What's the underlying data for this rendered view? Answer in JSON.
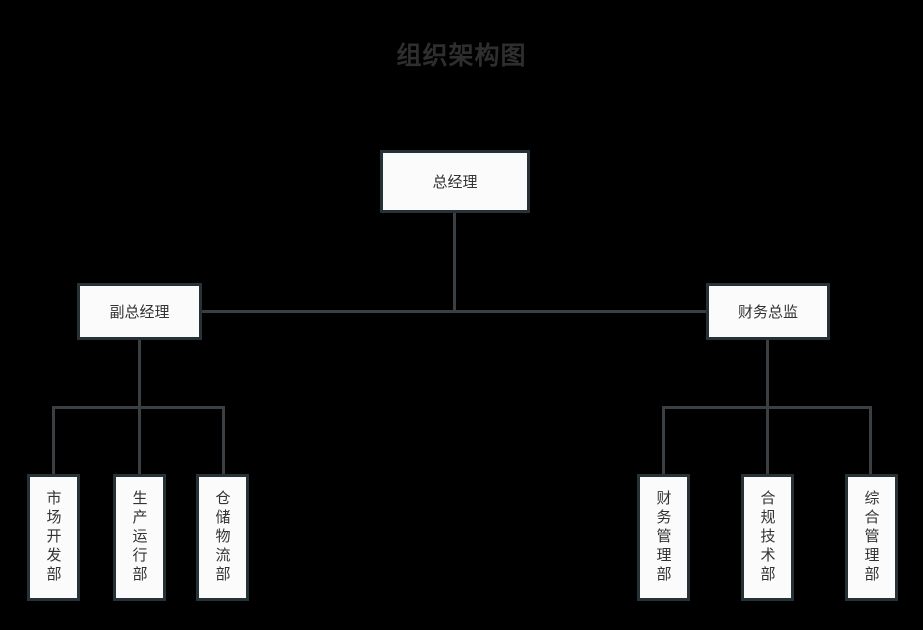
{
  "chart_data": {
    "type": "diagram",
    "diagram_type": "org-chart",
    "title": "组织架构图",
    "orientation": "top-down",
    "background_color": "#000000",
    "node_fill_color": "#fbfbfb",
    "node_border_color": "#263238",
    "connector_color": "#3a3f44",
    "title_color": "#2e2e2e",
    "text_color": "#333333",
    "levels": 3,
    "nodes": [
      {
        "id": "gm",
        "label": "总经理",
        "level": 1,
        "parent": null,
        "text_orientation": "horizontal"
      },
      {
        "id": "deputy_gm",
        "label": "副总经理",
        "level": 2,
        "parent": "gm",
        "text_orientation": "horizontal"
      },
      {
        "id": "cfo",
        "label": "财务总监",
        "level": 2,
        "parent": "gm",
        "text_orientation": "horizontal"
      },
      {
        "id": "market",
        "label": "市场开发部",
        "level": 3,
        "parent": "deputy_gm",
        "text_orientation": "vertical"
      },
      {
        "id": "produce",
        "label": "生产运行部",
        "level": 3,
        "parent": "deputy_gm",
        "text_orientation": "vertical"
      },
      {
        "id": "logistics",
        "label": "仓储物流部",
        "level": 3,
        "parent": "deputy_gm",
        "text_orientation": "vertical"
      },
      {
        "id": "finance",
        "label": "财务管理部",
        "level": 3,
        "parent": "cfo",
        "text_orientation": "vertical"
      },
      {
        "id": "compliance",
        "label": "合规技术部",
        "level": 3,
        "parent": "cfo",
        "text_orientation": "vertical"
      },
      {
        "id": "general",
        "label": "综合管理部",
        "level": 3,
        "parent": "cfo",
        "text_orientation": "vertical"
      }
    ],
    "edges": [
      {
        "from": "gm",
        "to": "deputy_gm"
      },
      {
        "from": "gm",
        "to": "cfo"
      },
      {
        "from": "deputy_gm",
        "to": "market"
      },
      {
        "from": "deputy_gm",
        "to": "produce"
      },
      {
        "from": "deputy_gm",
        "to": "logistics"
      },
      {
        "from": "cfo",
        "to": "finance"
      },
      {
        "from": "cfo",
        "to": "compliance"
      },
      {
        "from": "cfo",
        "to": "general"
      }
    ]
  }
}
